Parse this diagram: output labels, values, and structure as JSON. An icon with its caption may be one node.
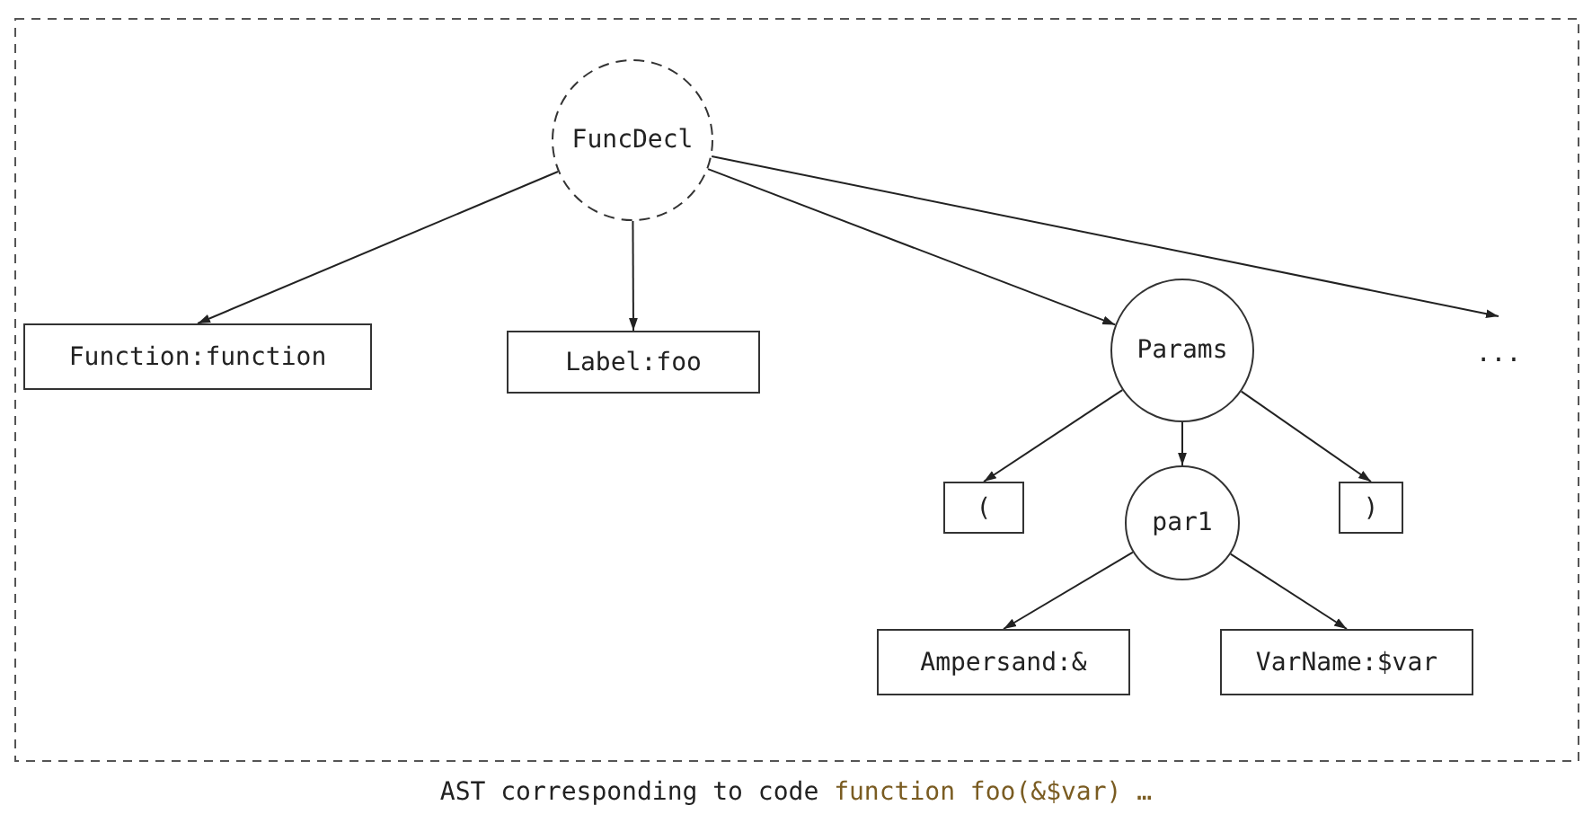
{
  "diagram": {
    "caption": "AST corresponding to code",
    "nodes": [
      {
        "text": [
          "FuncDecl"
        ]
      },
      {
        "text": [
          "Function:function"
        ]
      },
      {
        "text": [
          "Label:foo"
        ]
      },
      {
        "text": [
          "Params"
        ]
      },
      {
        "text": [
          "..."
        ]
      },
      {
        "text": [
          "("
        ]
      },
      {
        "text": [
          "par1"
        ]
      },
      {
        "text": [
          ")"
        ]
      },
      {
        "text": [
          "Ampersand:&"
        ]
      },
      {
        "text": [
          "VarName:$var"
        ]
      }
    ],
    "edges": [
      {
        "from": 0,
        "to": 1,
        "arrow": "to"
      },
      {
        "from": 0,
        "to": 2,
        "arrow": "to"
      },
      {
        "from": 0,
        "to": 3,
        "arrow": "to"
      },
      {
        "from": 0,
        "to": 4,
        "arrow": "to"
      },
      {
        "from": 3,
        "to": 5,
        "arrow": "to"
      },
      {
        "from": 3,
        "to": 6,
        "arrow": "to"
      },
      {
        "from": 3,
        "to": 7,
        "arrow": "to"
      },
      {
        "from": 6,
        "to": 8,
        "arrow": "to"
      },
      {
        "from": 6,
        "to": 9,
        "arrow": "to"
      }
    ],
    "labels": [
      "function foo(&$var) …"
    ]
  }
}
